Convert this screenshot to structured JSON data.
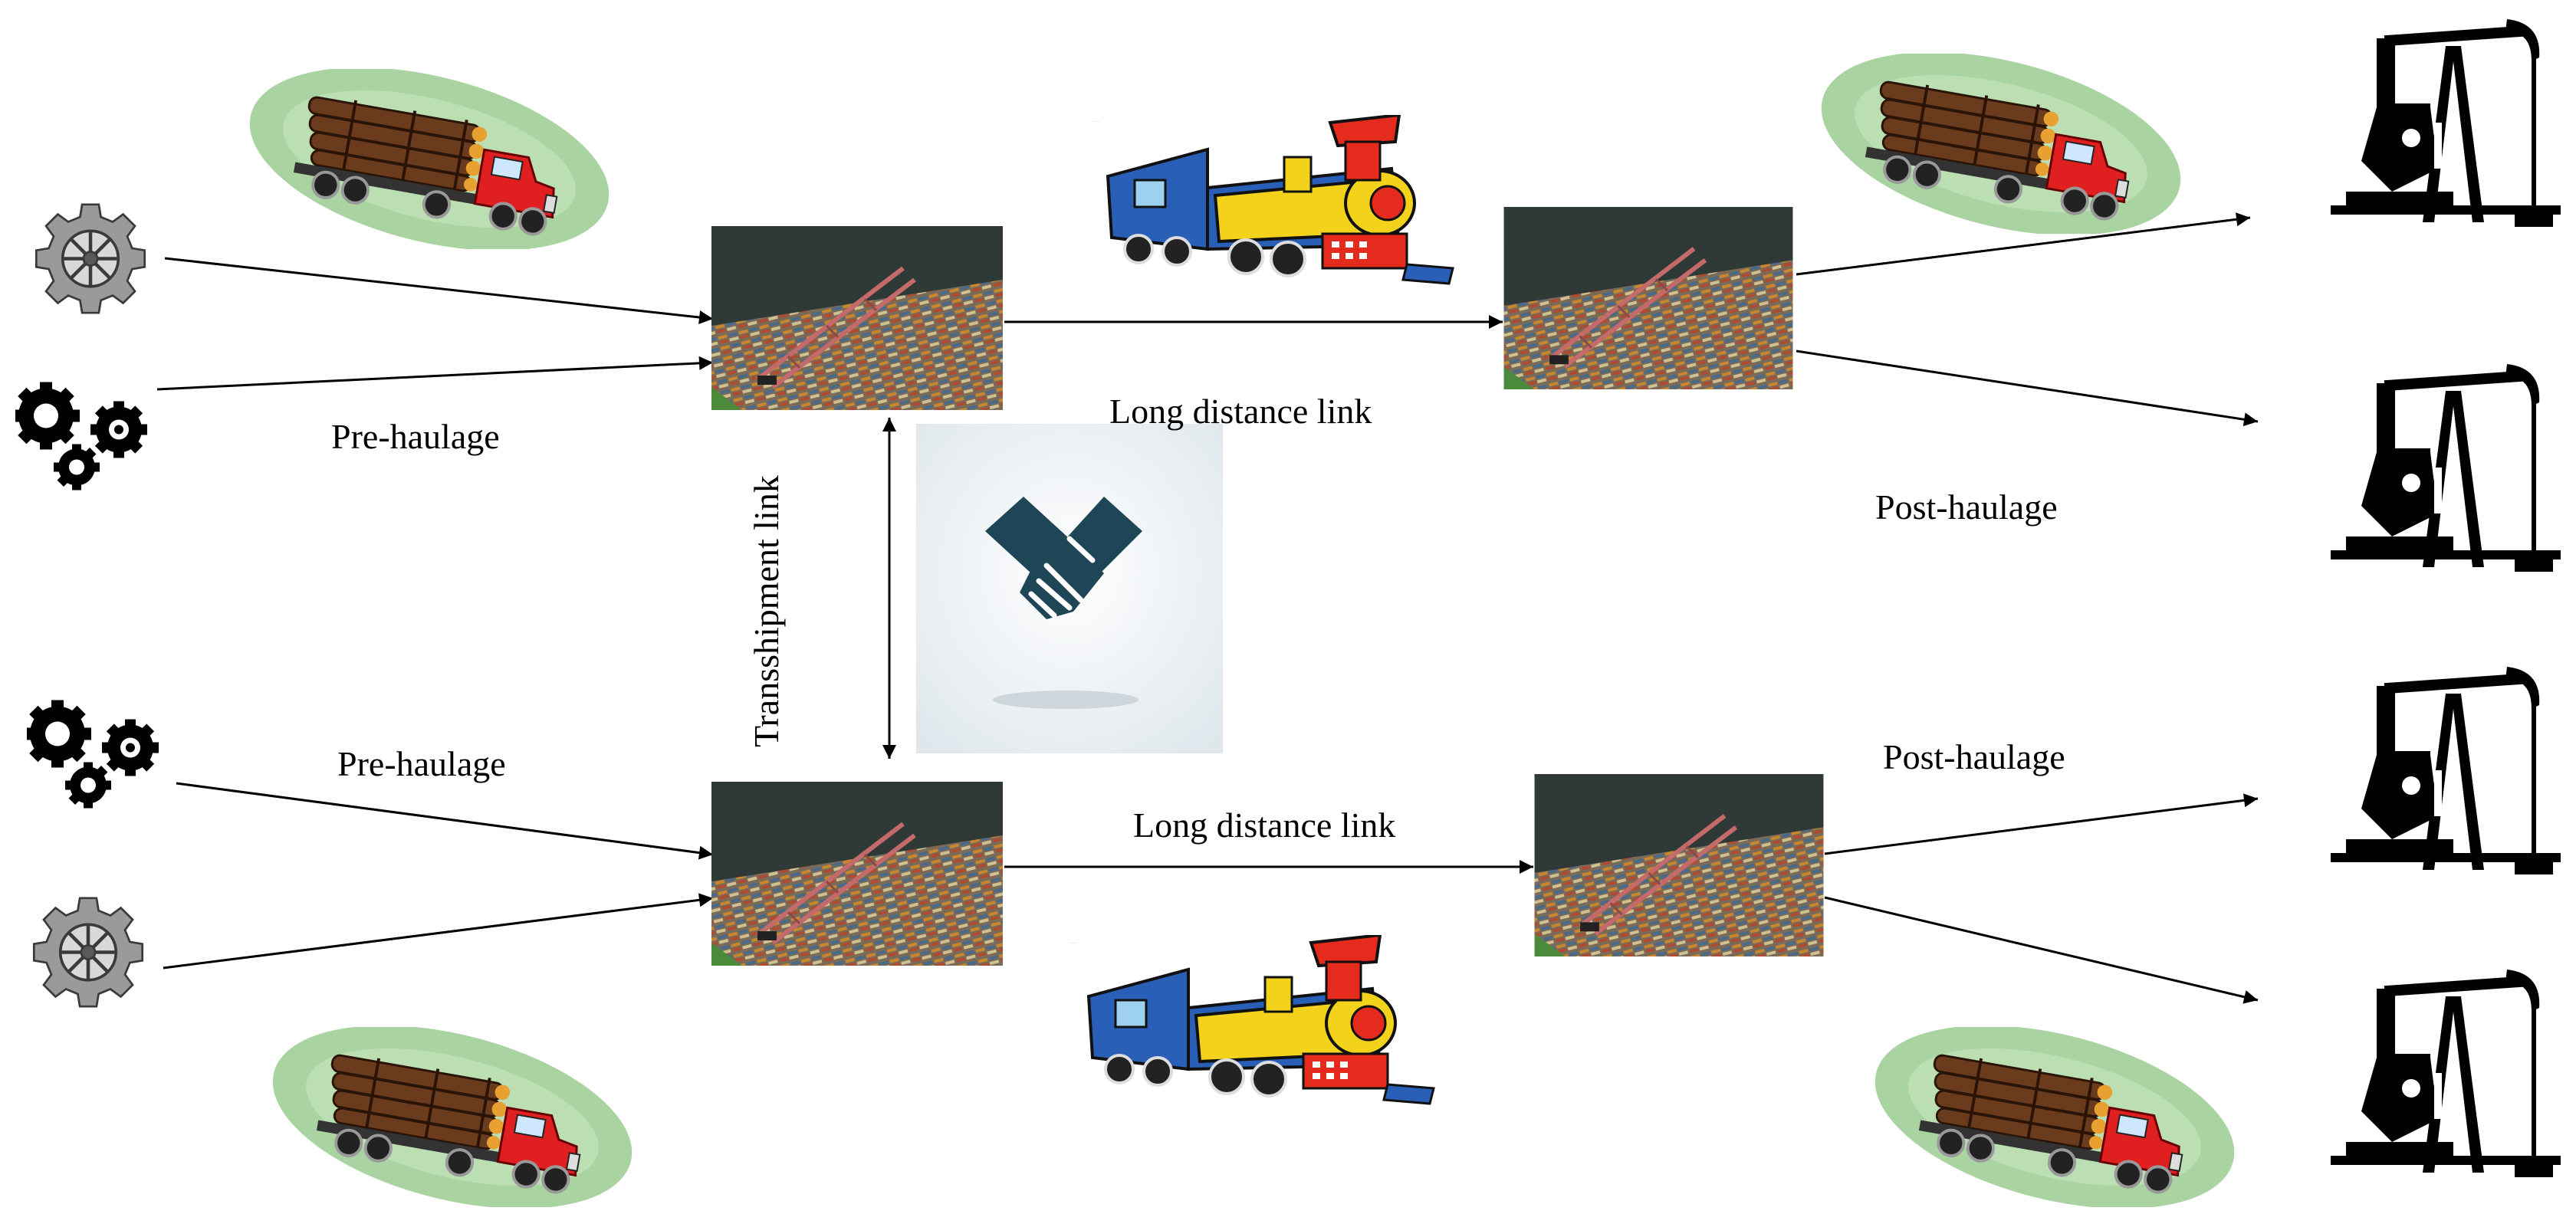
{
  "labels": {
    "pre_haulage_top": "Pre-haulage",
    "pre_haulage_bottom": "Pre-haulage",
    "long_distance_top": "Long distance link",
    "long_distance_bottom": "Long distance link",
    "transshipment": "Transshipment link",
    "post_haulage_top": "Post-haulage",
    "post_haulage_bottom": "Post-haulage"
  },
  "icons": {
    "origin": [
      "gear-icon",
      "gears-cluster-icon"
    ],
    "vehicle": [
      "log-truck-icon",
      "locomotive-icon"
    ],
    "terminal": "rail-terminal-photo",
    "cooperation": "handshake-icon",
    "destination": "oil-pumpjack-icon"
  },
  "colors": {
    "ellipse": "#a9d3a0",
    "truck_cab": "#e02020",
    "loco_blue": "#2060c0",
    "loco_yellow": "#f2d21a",
    "loco_red": "#e52a1e",
    "handshake": "#1e4657",
    "gear_gray": "#9a9a9a"
  }
}
